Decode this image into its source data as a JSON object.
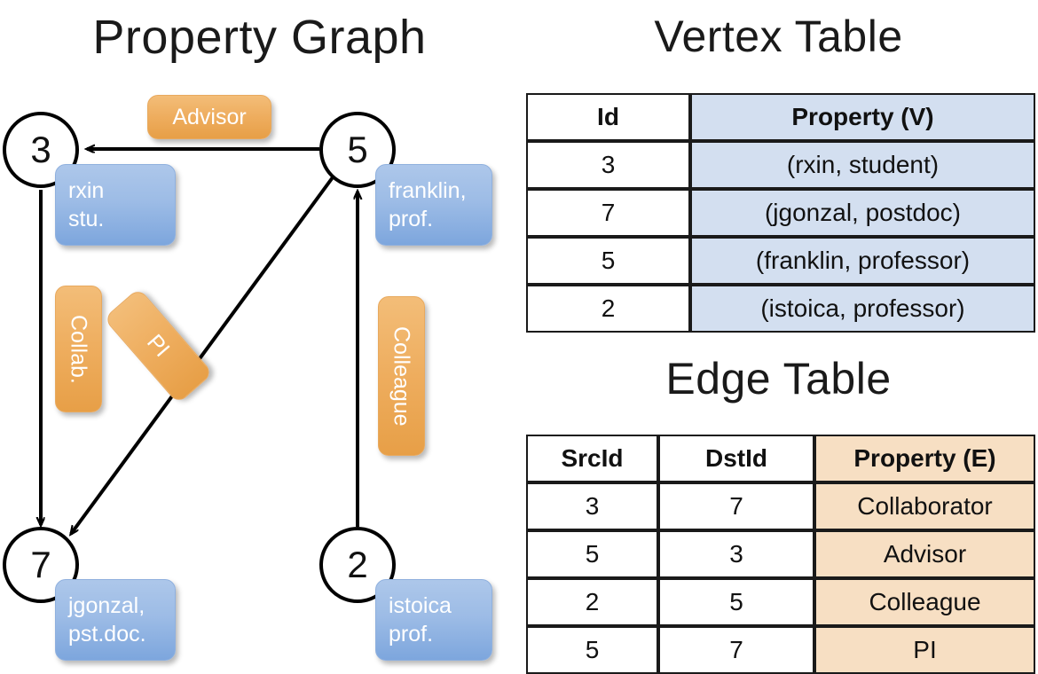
{
  "titles": {
    "property_graph": "Property Graph",
    "vertex_table": "Vertex Table",
    "edge_table": "Edge Table"
  },
  "graph": {
    "nodes": [
      {
        "id": "3",
        "name": "node-3",
        "property_lines": [
          "rxin",
          "stu."
        ]
      },
      {
        "id": "5",
        "name": "node-5",
        "property_lines": [
          "franklin,",
          "prof."
        ]
      },
      {
        "id": "7",
        "name": "node-7",
        "property_lines": [
          "jgonzal,",
          "pst.doc."
        ]
      },
      {
        "id": "2",
        "name": "node-2",
        "property_lines": [
          "istoica",
          "prof."
        ]
      }
    ],
    "edge_labels": {
      "advisor": "Advisor",
      "collab": "Collab.",
      "pi": "PI",
      "colleague": "Colleague"
    },
    "edges": [
      {
        "from": "5",
        "to": "3",
        "label": "Advisor"
      },
      {
        "from": "3",
        "to": "7",
        "label": "Collab."
      },
      {
        "from": "5",
        "to": "7",
        "label": "PI"
      },
      {
        "from": "2",
        "to": "5",
        "label": "Colleague"
      }
    ]
  },
  "vertex_table": {
    "headers": [
      "Id",
      "Property (V)"
    ],
    "rows": [
      {
        "id": "3",
        "property": "(rxin, student)"
      },
      {
        "id": "7",
        "property": "(jgonzal, postdoc)"
      },
      {
        "id": "5",
        "property": "(franklin, professor)"
      },
      {
        "id": "2",
        "property": "(istoica, professor)"
      }
    ]
  },
  "edge_table": {
    "headers": [
      "SrcId",
      "DstId",
      "Property (E)"
    ],
    "rows": [
      {
        "src": "3",
        "dst": "7",
        "property": "Collaborator"
      },
      {
        "src": "5",
        "dst": "3",
        "property": "Advisor"
      },
      {
        "src": "2",
        "dst": "5",
        "property": "Colleague"
      },
      {
        "src": "5",
        "dst": "7",
        "property": "PI"
      }
    ]
  },
  "colors": {
    "vertex_property_fill": "#d3dff0",
    "edge_property_fill": "#f7dfc3",
    "node_box_blue": "#9dbce6",
    "edge_box_orange": "#eead5e",
    "stroke": "#000000"
  }
}
